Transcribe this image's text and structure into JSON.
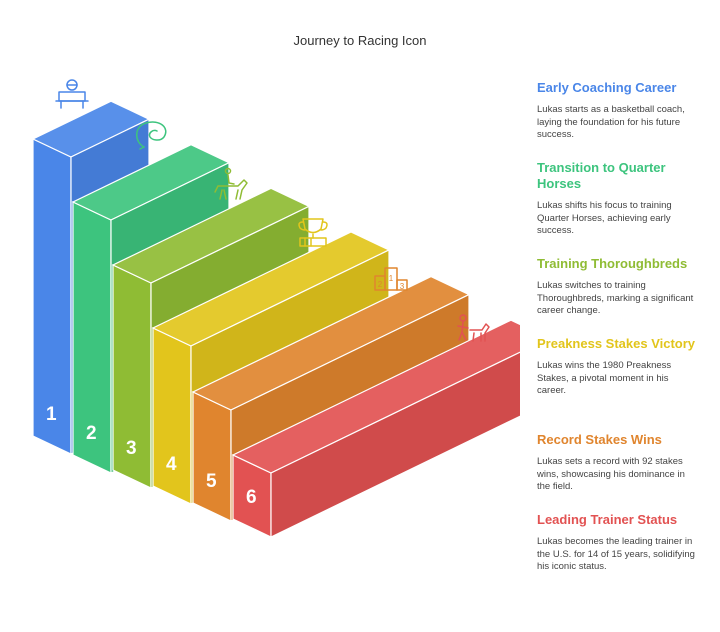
{
  "title": "Journey to Racing Icon",
  "steps": [
    {
      "number": "1",
      "heading": "Early Coaching Career",
      "description": "Lukas starts as a basketball coach, laying the foundation for his future success.",
      "color": "#4a86e8",
      "icon": "coach-podium-icon"
    },
    {
      "number": "2",
      "heading": "Transition to Quarter Horses",
      "description": "Lukas shifts his focus to training Quarter Horses, achieving early success.",
      "color": "#3dc47e",
      "icon": "horseshoe-icon"
    },
    {
      "number": "3",
      "heading": "Training Thoroughbreds",
      "description": "Lukas switches to training Thoroughbreds, marking a significant career change.",
      "color": "#8fbc34",
      "icon": "horse-rider-icon"
    },
    {
      "number": "4",
      "heading": "Preakness Stakes Victory",
      "description": "Lukas wins the 1980 Preakness Stakes, a pivotal moment in his career.",
      "color": "#e2c51c",
      "icon": "trophy-icon"
    },
    {
      "number": "5",
      "heading": "Record Stakes Wins",
      "description": "Lukas sets a record with 92 stakes wins, showcasing his dominance in the field.",
      "color": "#e0852e",
      "icon": "winners-podium-icon"
    },
    {
      "number": "6",
      "heading": "Leading Trainer Status",
      "description": "Lukas becomes the leading trainer in the U.S. for 14 of 15 years, solidifying his iconic status.",
      "color": "#e25252",
      "icon": "trainer-horse-icon"
    }
  ],
  "podium_labels": [
    "2",
    "1",
    "3"
  ]
}
